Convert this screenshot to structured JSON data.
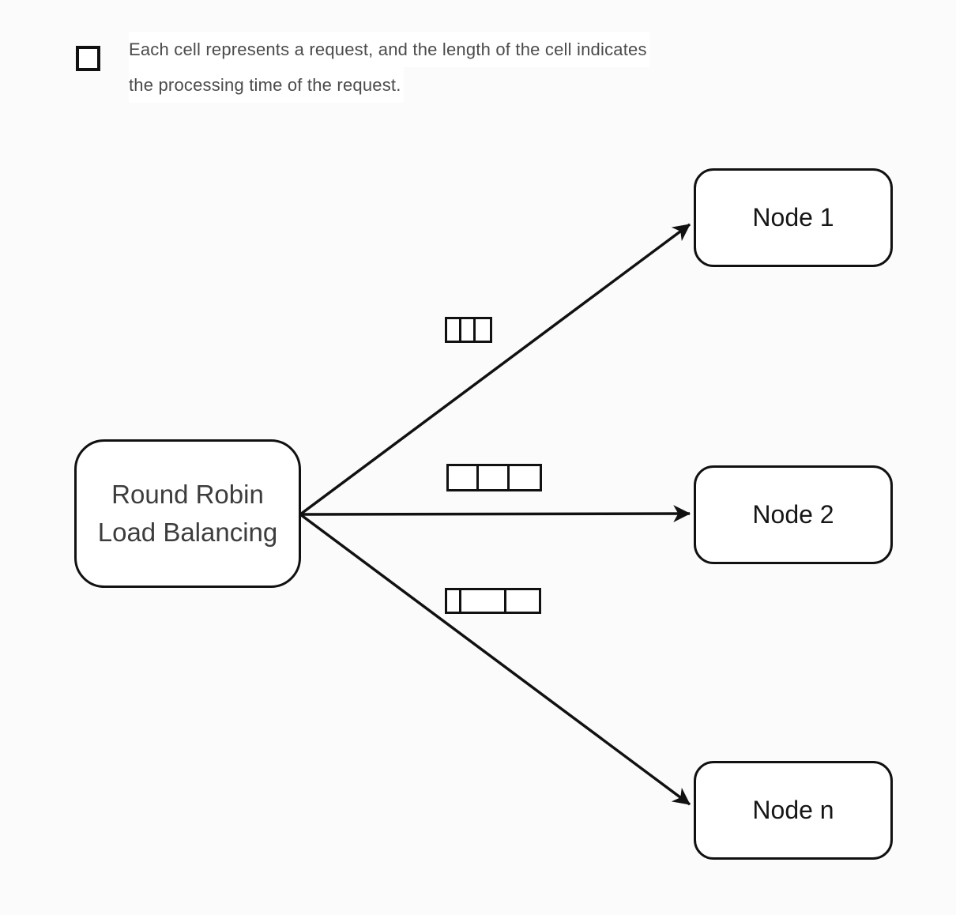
{
  "legend": {
    "line1": "Each cell represents a request, and the length of the cell indicates",
    "line2": "the processing time of the request."
  },
  "balancer": {
    "line1": "Round Robin",
    "line2": "Load Balancing"
  },
  "nodes": [
    {
      "label": "Node 1"
    },
    {
      "label": "Node 2"
    },
    {
      "label": "Node n"
    }
  ],
  "queues": [
    {
      "target": "Node 1",
      "cells": [
        18,
        18,
        18
      ]
    },
    {
      "target": "Node 2",
      "cells": [
        38,
        39,
        38
      ]
    },
    {
      "target": "Node n",
      "cells": [
        18,
        57,
        41
      ]
    }
  ],
  "colors": {
    "line": "#111111",
    "background": "#fbfbfb",
    "balancer_text": "#3d3d3d",
    "node_text": "#161616",
    "legend_text": "#4b4b4b"
  }
}
